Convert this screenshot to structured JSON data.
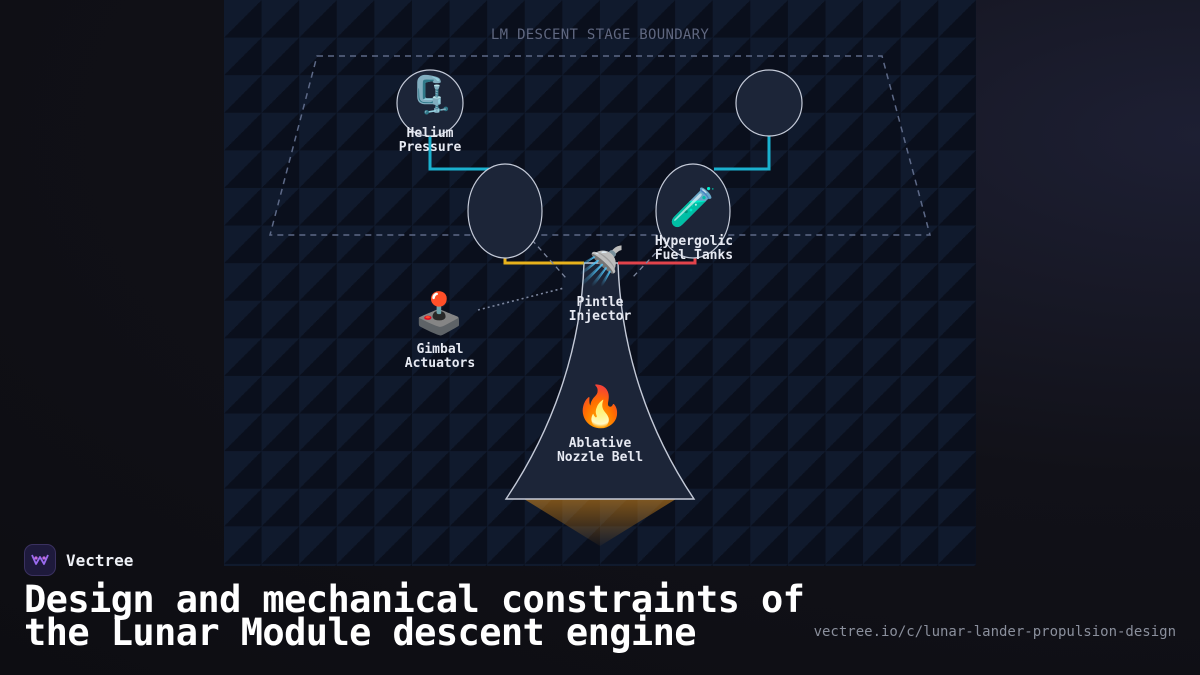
{
  "diagram": {
    "boundary_label": "LM DESCENT STAGE BOUNDARY",
    "nodes": [
      {
        "id": "helium",
        "icon": "clamp-icon",
        "label_lines": [
          "Helium",
          "Pressure"
        ]
      },
      {
        "id": "hypergolic",
        "icon": "test-tube-icon",
        "label_lines": [
          "Hypergolic",
          "Fuel Tanks"
        ]
      },
      {
        "id": "pintle",
        "icon": "shower-icon",
        "label_lines": [
          "Pintle",
          "Injector"
        ]
      },
      {
        "id": "gimbal",
        "icon": "joystick-icon",
        "label_lines": [
          "Gimbal",
          "Actuators"
        ]
      },
      {
        "id": "nozzle",
        "icon": "fire-icon",
        "label_lines": [
          "Ablative",
          "Nozzle Bell"
        ]
      }
    ],
    "colors": {
      "helium_line": "#1ab1cf",
      "oxidizer_line": "#e8b21c",
      "fuel_line": "#e2434b",
      "tank_fill": "#1c2538",
      "tank_stroke": "#c4cad8",
      "boundary": "#5d6987"
    }
  },
  "brand": {
    "name": "Vectree",
    "logo_icon": "vectree-logo-icon"
  },
  "title": "Design and mechanical constraints of the Lunar Module descent engine",
  "url": "vectree.io/c/lunar-lander-propulsion-design"
}
